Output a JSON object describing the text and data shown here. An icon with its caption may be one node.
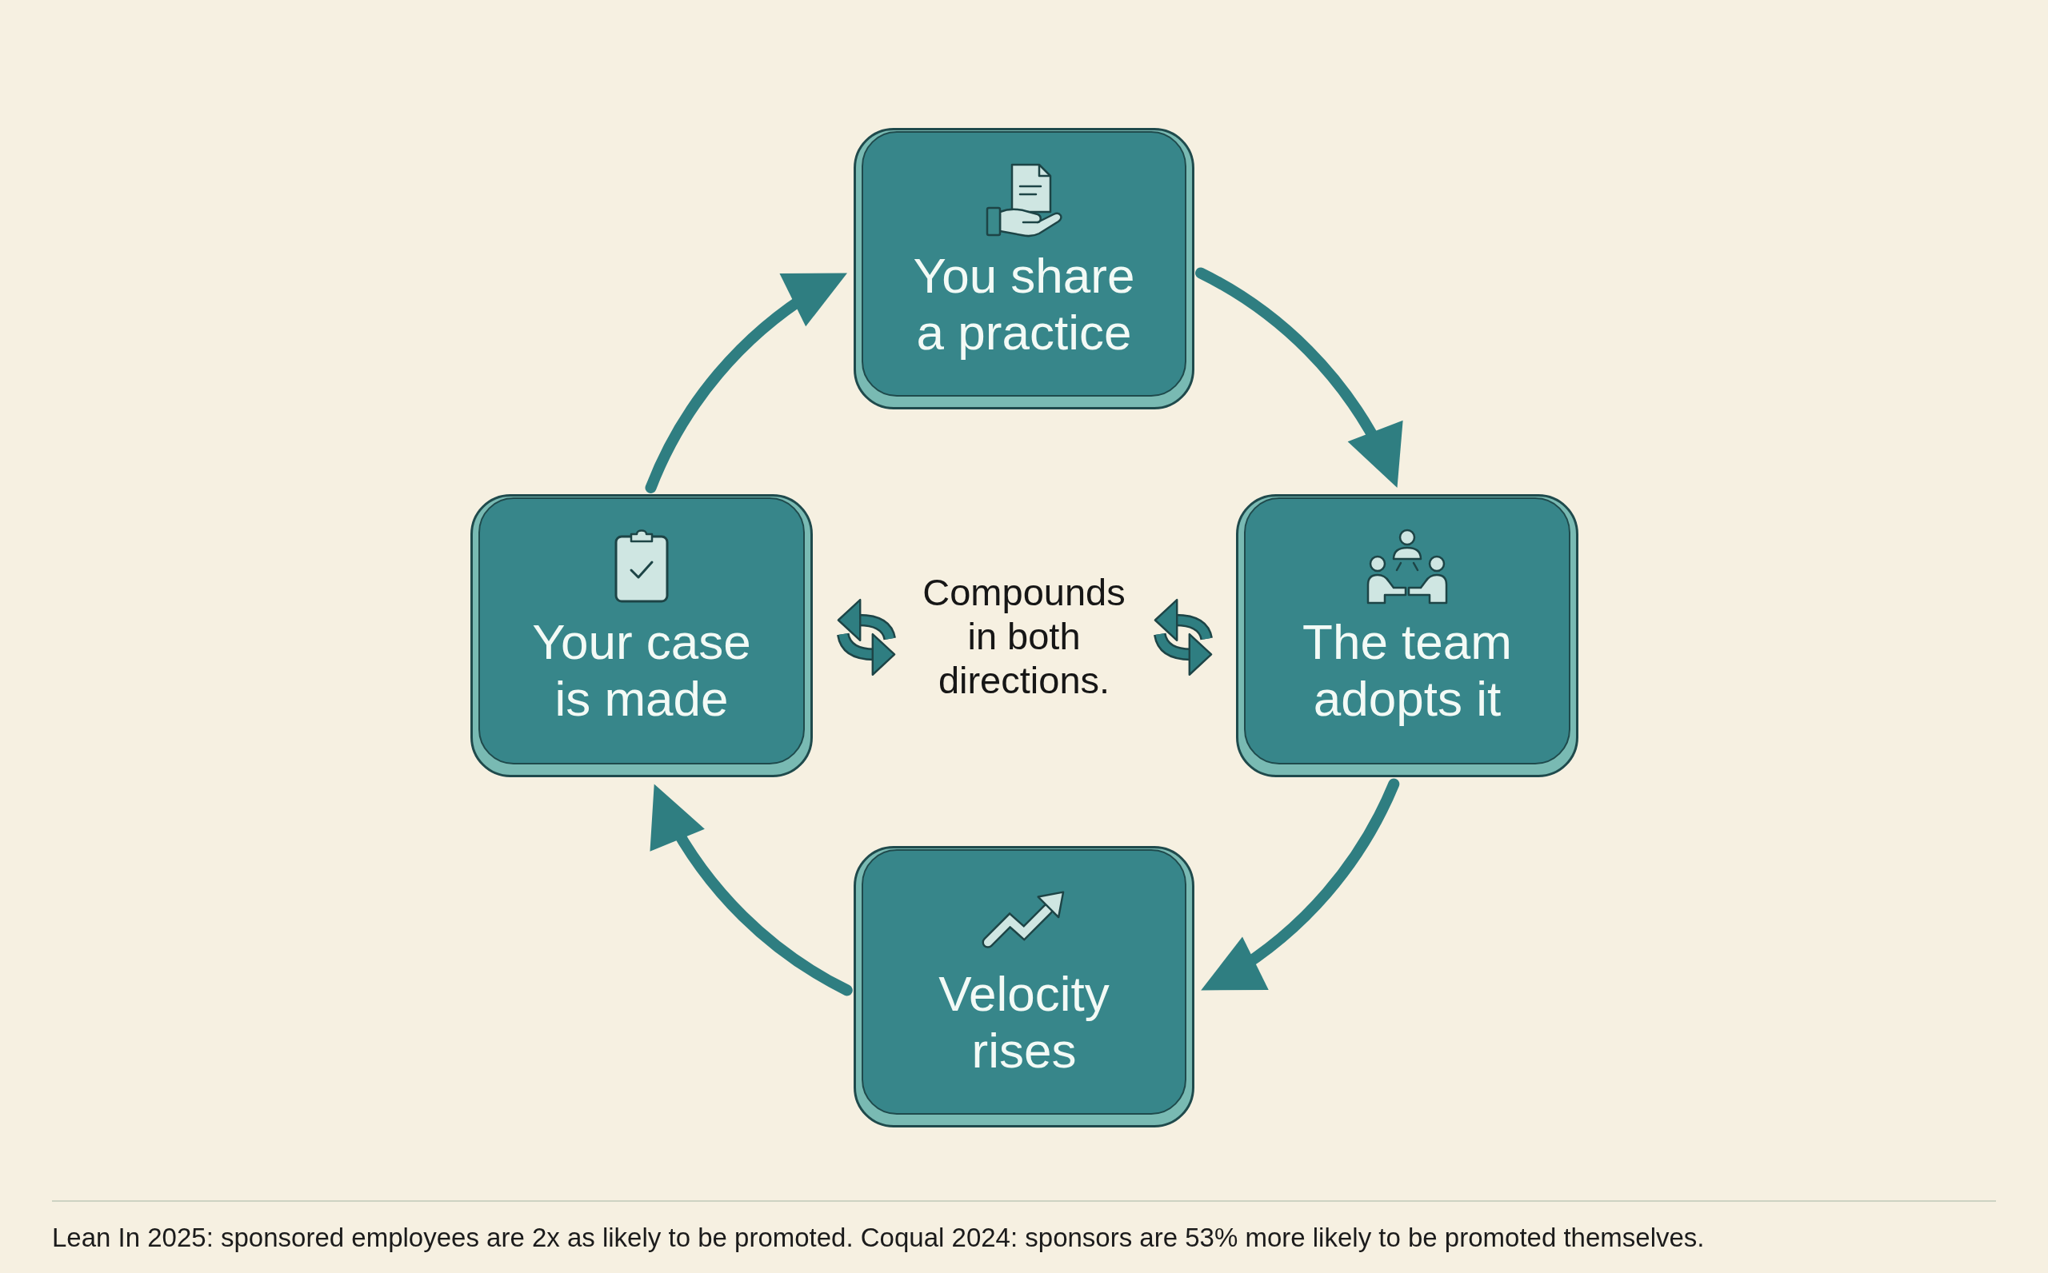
{
  "diagram": {
    "nodes": [
      {
        "text": [
          "You share a practice"
        ]
      },
      {
        "text": [
          "Your case is made"
        ]
      },
      {
        "text": [
          "The team adopts it"
        ]
      },
      {
        "text": [
          "Velocity rises"
        ]
      }
    ],
    "edges": [
      {
        "from": 0,
        "to": 2,
        "arrow": "to"
      },
      {
        "from": 2,
        "to": 3,
        "arrow": "to"
      },
      {
        "from": 3,
        "to": 1,
        "arrow": "to"
      },
      {
        "from": 1,
        "to": 0,
        "arrow": "to"
      }
    ],
    "labels": [
      "Compounds in both directions."
    ],
    "caption": "Lean In 2025: sponsored employees are 2x as likely to be promoted. Coqual 2024: sponsors are 53% more likely to be promoted themselves."
  }
}
